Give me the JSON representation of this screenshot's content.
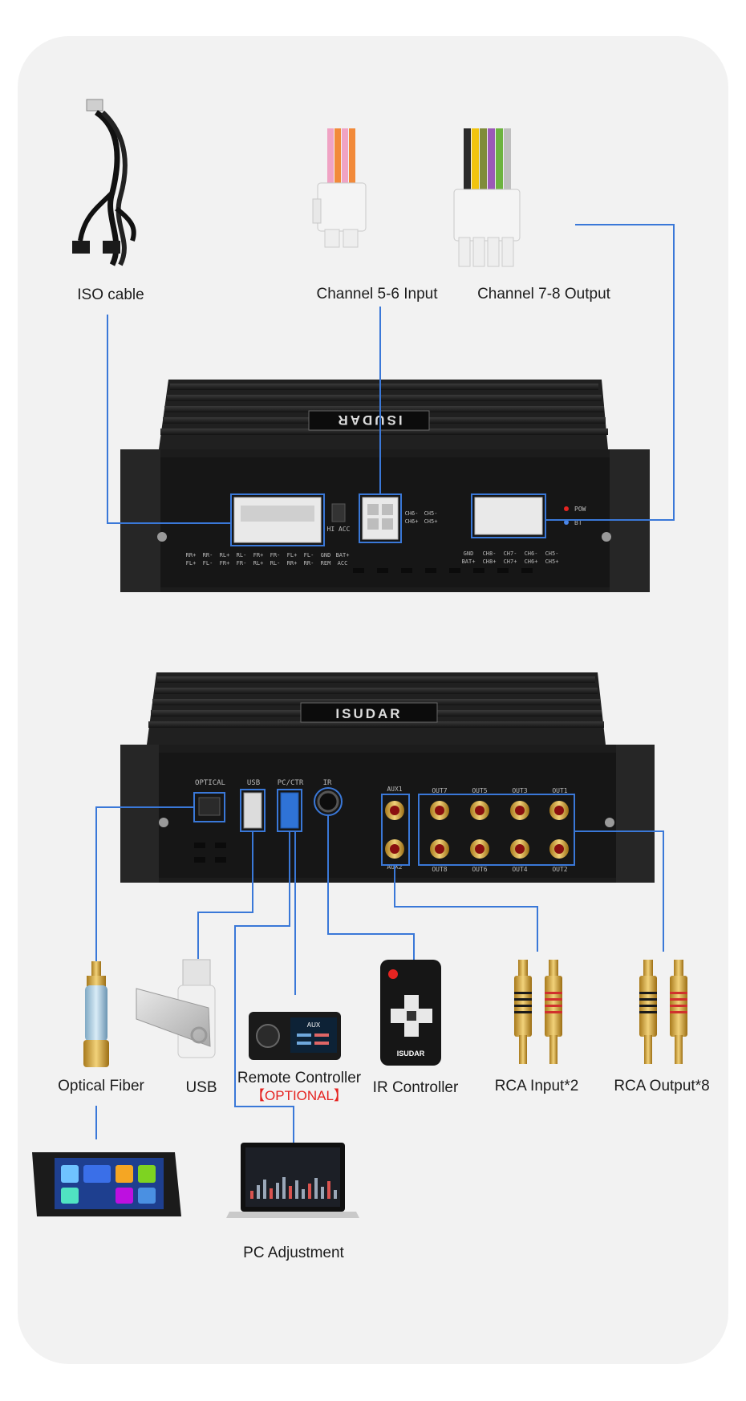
{
  "colors": {
    "connector_line": "#3a78d8",
    "amp_body": "#1e1e1e",
    "card_bg": "#f2f2f2",
    "optional_red": "#e52421"
  },
  "labels": {
    "iso_cable": "ISO cable",
    "ch56_input": "Channel 5-6 Input",
    "ch78_output": "Channel 7-8 Output",
    "optical_fiber": "Optical Fiber",
    "usb": "USB",
    "remote_controller": "Remote Controller",
    "optional": "【OPTIONAL】",
    "ir_controller": "IR Controller",
    "rca_input": "RCA Input*2",
    "rca_output": "RCA Output*8",
    "pc_adjustment": "PC Adjustment"
  },
  "amp": {
    "brand": "ISUDAR",
    "top_panel": {
      "pin_labels_row1": [
        "RR+",
        "RR-",
        "RL+",
        "RL-",
        "FR+",
        "FR-",
        "FL+",
        "FL-",
        "GND",
        "BAT+"
      ],
      "pin_labels_row2": [
        "FL+",
        "FL-",
        "FR+",
        "FR-",
        "RL+",
        "RL-",
        "RR+",
        "RR-",
        "REM",
        "ACC"
      ],
      "switch_label": "HI ACC",
      "ch56_row1": [
        "CH6-",
        "CH5-"
      ],
      "ch56_row2": [
        "CH6+",
        "CH5+"
      ],
      "out_row1": [
        "GND",
        "CH8-",
        "CH7-",
        "CH6-",
        "CH5-"
      ],
      "out_row2": [
        "BAT+",
        "CH8+",
        "CH7+",
        "CH6+",
        "CH5+"
      ],
      "led_pow": "POW",
      "led_bt": "BT"
    },
    "bottom_panel": {
      "optical": "OPTICAL",
      "usb": "USB",
      "pc_ctr": "PC/CTR",
      "ir": "IR",
      "aux1": "AUX1",
      "aux2": "AUX2",
      "outs_top": [
        "OUT7",
        "OUT5",
        "OUT3",
        "OUT1"
      ],
      "outs_bottom": [
        "OUT8",
        "OUT6",
        "OUT4",
        "OUT2"
      ]
    }
  },
  "remote_screen": {
    "title": "AUX"
  },
  "ir_remote_brand": "ISUDAR"
}
